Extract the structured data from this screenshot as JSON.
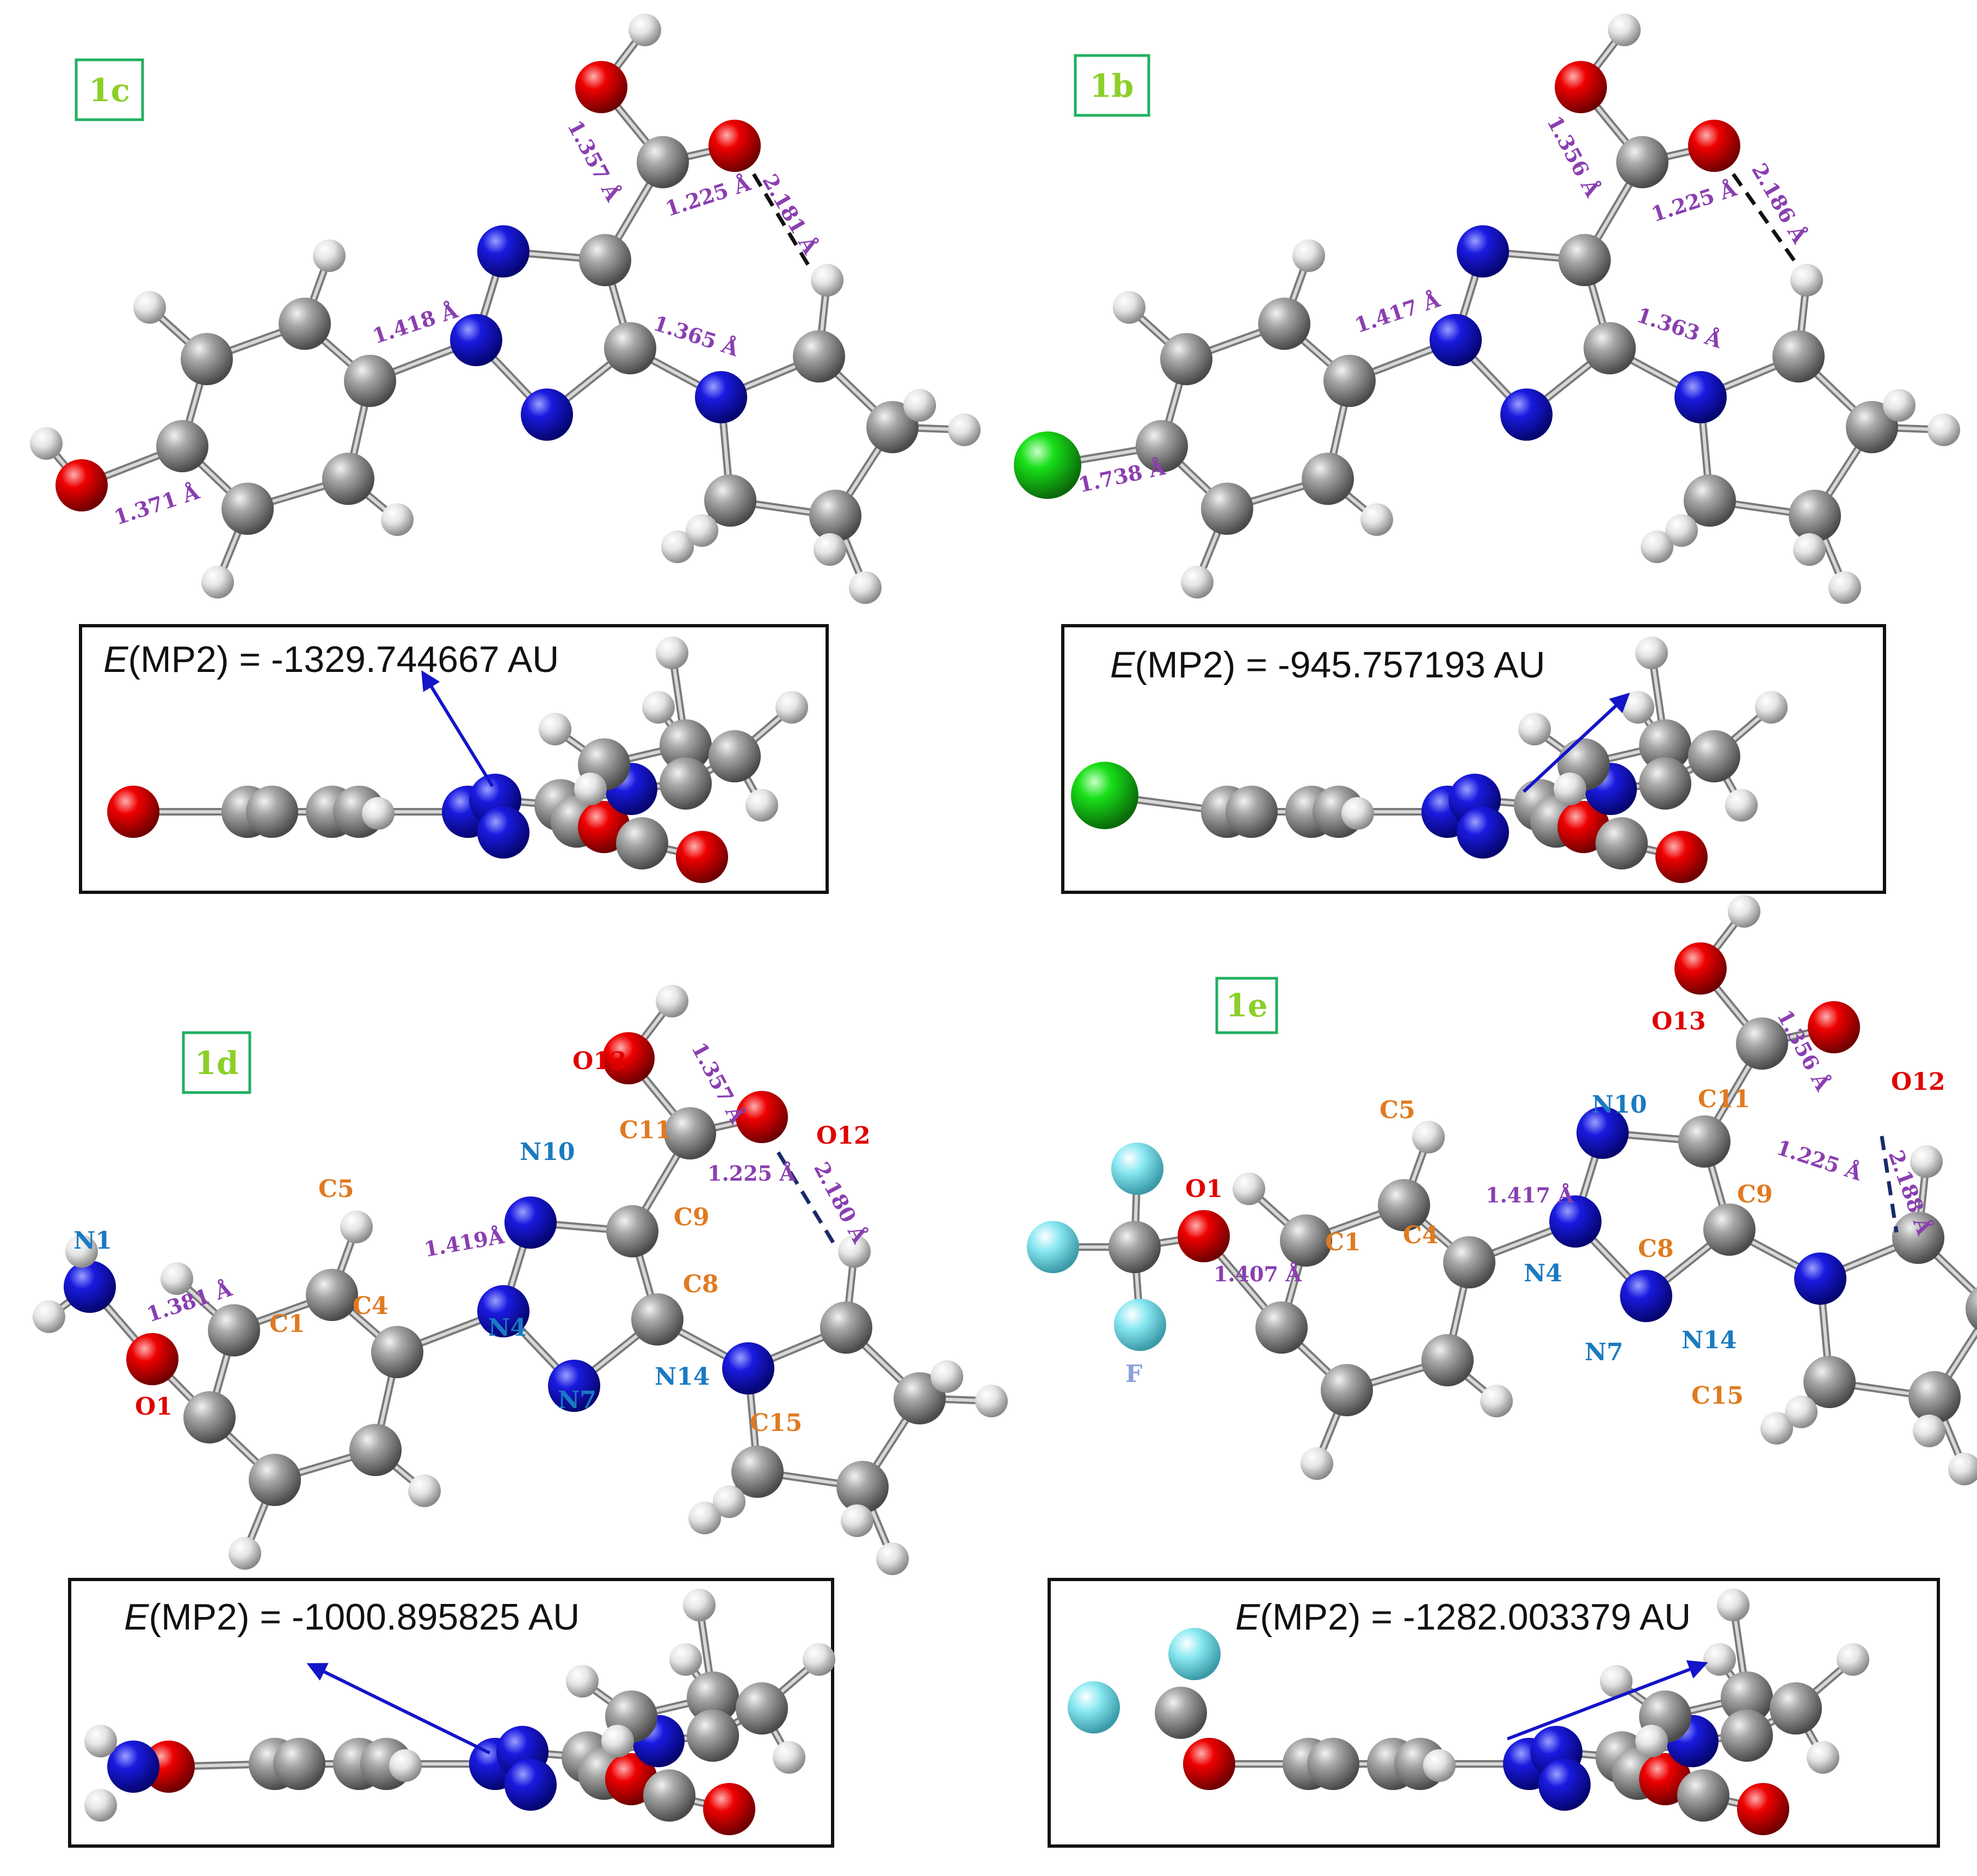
{
  "colors": {
    "carbon": "#8c8c8c",
    "hydrogen": "#e6e6e6",
    "nitrogen": "#1010d8",
    "oxygen": "#e00000",
    "chlorine": "#18e018",
    "fluorine": "#7fe6f0",
    "distance_label": "#8a3fb0",
    "atom_label_n": "#1a7ac0",
    "atom_label_c": "#e07a20",
    "atom_label_o": "#e00000",
    "atom_label_f": "#8aa0d8",
    "tag_text": "#8ccf2a",
    "tag_border": "#22b060",
    "dipole": "#1414c8"
  },
  "panels": [
    {
      "tag": "1c",
      "energy": "(MP2) = -1329.744667 AU",
      "energy_prefix": "E",
      "distances": [
        "1.357 Å",
        "1.225 Å",
        "2.181 Å",
        "1.418 Å",
        "1.365 Å",
        "1.371 Å"
      ]
    },
    {
      "tag": "1b",
      "energy": "(MP2) = -945.757193 AU",
      "energy_prefix": "E",
      "distances": [
        "1.356 Å",
        "1.225 Å",
        "2.186 Å",
        "1.417 Å",
        "1.363 Å",
        "1.738 Å"
      ]
    },
    {
      "tag": "1d",
      "energy": "(MP2) = -1000.895825 AU",
      "energy_prefix": "E",
      "distances": [
        "1.357 Å",
        "1.225 Å",
        "2.180 Å",
        "1.419Å",
        "1.381 Å"
      ],
      "atom_labels": [
        "O13",
        "O12",
        "C11",
        "N10",
        "C9",
        "C8",
        "C5",
        "C4",
        "C1",
        "N4",
        "N7",
        "N14",
        "C15",
        "N1",
        "O1"
      ]
    },
    {
      "tag": "1e",
      "energy": "(MP2) = -1282.003379 AU",
      "energy_prefix": "E",
      "distances": [
        "1.356 Å",
        "1.225 Å",
        "2.188 Å",
        "1.417 Å",
        "1.407 Å"
      ],
      "atom_labels": [
        "O13",
        "O12",
        "C11",
        "N10",
        "C9",
        "C8",
        "C5",
        "C4",
        "C1",
        "N4",
        "N7",
        "N14",
        "C15",
        "O1",
        "F"
      ]
    }
  ]
}
